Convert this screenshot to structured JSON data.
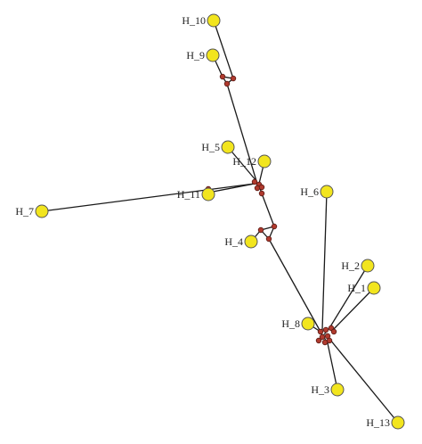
{
  "haplotypes": [
    {
      "id": "H_10",
      "label": "H_10"
    },
    {
      "id": "H_9",
      "label": "H_9"
    },
    {
      "id": "H_5",
      "label": "H_5"
    },
    {
      "id": "H_12",
      "label": "H_12"
    },
    {
      "id": "H_11",
      "label": "H_11"
    },
    {
      "id": "H_7",
      "label": "H_7"
    },
    {
      "id": "H_6",
      "label": "H_6"
    },
    {
      "id": "H_4",
      "label": "H_4"
    },
    {
      "id": "H_2",
      "label": "H_2"
    },
    {
      "id": "H_1",
      "label": "H_1"
    },
    {
      "id": "H_8",
      "label": "H_8"
    },
    {
      "id": "H_3",
      "label": "H_3"
    },
    {
      "id": "H_13",
      "label": "H_13"
    }
  ],
  "colors": {
    "haplotype_fill": "#f2e51e",
    "median_vector_fill": "#b03a2e",
    "edge": "#1a1a1a"
  }
}
